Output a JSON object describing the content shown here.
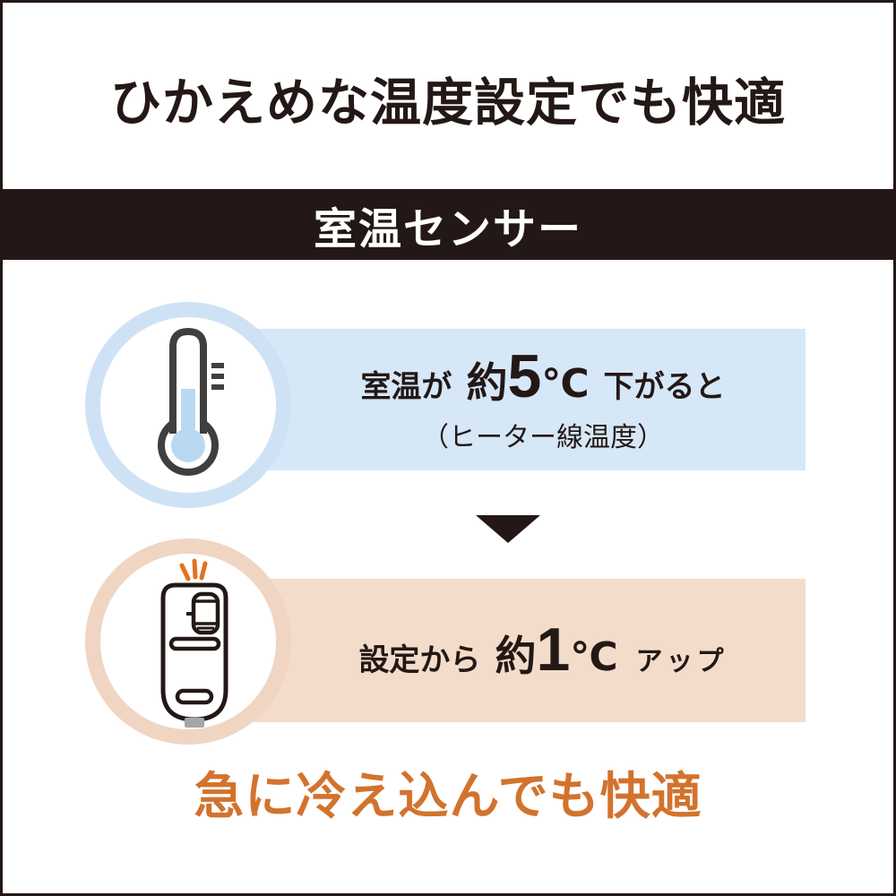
{
  "header": {
    "title": "ひかえめな温度設定でも快適"
  },
  "banner": {
    "label": "室温センサー"
  },
  "steps": [
    {
      "icon": "thermometer",
      "prefix": "室温が",
      "approx": "約",
      "value": "5",
      "unit": "℃",
      "suffix": "下がると",
      "note": "（ヒーター線温度）"
    },
    {
      "icon": "heater-controller",
      "prefix": "設定から",
      "approx": "約",
      "value": "1",
      "unit": "℃",
      "suffix": "アップ"
    }
  ],
  "footer": {
    "caption": "急に冷え込んでも快適"
  },
  "colors": {
    "ink": "#231815",
    "blue_band": "#d6e7f8",
    "blue_ring": "#cfe2f5",
    "mercury_blue": "#b9d8f2",
    "peach_band": "#f3dcca",
    "peach_ring": "#f0d5c2",
    "orange_accent": "#d2732d",
    "thermometer_gray": "#3f3f3f",
    "foot_gray": "#a6a6a6"
  }
}
